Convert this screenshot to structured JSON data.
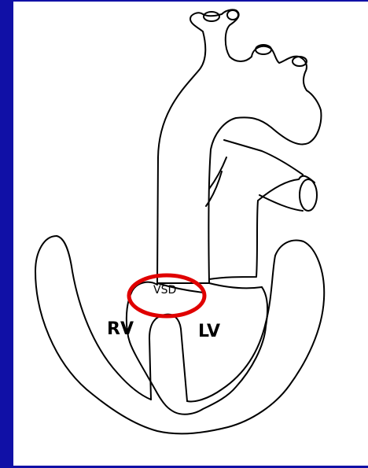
{
  "labels": {
    "right_ventricle": "RV",
    "left_ventricle": "LV",
    "defect": "VSD"
  },
  "colors": {
    "frame_blue": "#1010a6",
    "highlight_red": "#e00000",
    "line": "#000000"
  }
}
